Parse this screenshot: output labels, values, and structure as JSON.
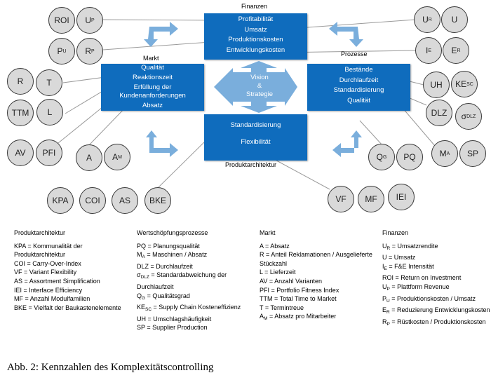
{
  "diagram": {
    "center": {
      "lines": [
        "Vision",
        "&",
        "Strategie"
      ]
    },
    "boxes": {
      "finanzen": {
        "label": "Finanzen",
        "lines": [
          "Profitabilität",
          "Umsatz",
          "Produktionskosten",
          "Entwicklungskosten"
        ]
      },
      "markt": {
        "label": "Markt",
        "lines": [
          "Qualität",
          "Reaktionszeit",
          "Erfüllung der",
          "Kundenanforderungen",
          "Absatz"
        ]
      },
      "prozesse": {
        "label": "Prozesse",
        "lines": [
          "Bestände",
          "Durchlaufzeit",
          "Standardisierung",
          "Qualität"
        ]
      },
      "produktarchitektur": {
        "label": "Produktarchitektur",
        "lines": [
          "Standardisierung",
          "Flexibilität"
        ]
      }
    },
    "circles": [
      {
        "id": "roi",
        "text": "ROI",
        "sub": ""
      },
      {
        "id": "up",
        "text": "U",
        "sub": "P"
      },
      {
        "id": "pu",
        "text": "P",
        "sub": "U"
      },
      {
        "id": "rp",
        "text": "R",
        "sub": "P"
      },
      {
        "id": "ur",
        "text": "U",
        "sub": "R"
      },
      {
        "id": "u",
        "text": "U",
        "sub": ""
      },
      {
        "id": "ie",
        "text": "I",
        "sub": "E"
      },
      {
        "id": "er",
        "text": "E",
        "sub": "R"
      },
      {
        "id": "r",
        "text": "R",
        "sub": ""
      },
      {
        "id": "t",
        "text": "T",
        "sub": ""
      },
      {
        "id": "ttm",
        "text": "TTM",
        "sub": ""
      },
      {
        "id": "l",
        "text": "L",
        "sub": ""
      },
      {
        "id": "av",
        "text": "AV",
        "sub": ""
      },
      {
        "id": "pfi",
        "text": "PFI",
        "sub": ""
      },
      {
        "id": "a",
        "text": "A",
        "sub": ""
      },
      {
        "id": "am",
        "text": "A",
        "sub": "M"
      },
      {
        "id": "uh",
        "text": "UH",
        "sub": ""
      },
      {
        "id": "kesc",
        "text": "KE",
        "sub": "SC"
      },
      {
        "id": "dlz",
        "text": "DLZ",
        "sub": ""
      },
      {
        "id": "sdlz",
        "text": "σ",
        "sub": "DLZ"
      },
      {
        "id": "qg",
        "text": "Q",
        "sub": "G"
      },
      {
        "id": "pq",
        "text": "PQ",
        "sub": ""
      },
      {
        "id": "ma",
        "text": "M",
        "sub": "A"
      },
      {
        "id": "sp",
        "text": "SP",
        "sub": ""
      },
      {
        "id": "kpa",
        "text": "KPA",
        "sub": ""
      },
      {
        "id": "coi",
        "text": "COI",
        "sub": ""
      },
      {
        "id": "as",
        "text": "AS",
        "sub": ""
      },
      {
        "id": "bke",
        "text": "BKE",
        "sub": ""
      },
      {
        "id": "vf",
        "text": "VF",
        "sub": ""
      },
      {
        "id": "mf",
        "text": "MF",
        "sub": ""
      },
      {
        "id": "iei",
        "text": "IEI",
        "sub": ""
      }
    ]
  },
  "legend": [
    {
      "heading": "Produktarchitektur",
      "entries": [
        {
          "abbr": "KPA",
          "sub": "",
          "def": "Kommunalität der Produktarchitektur"
        },
        {
          "abbr": "COI",
          "sub": "",
          "def": "Carry-Over-Index"
        },
        {
          "abbr": "VF",
          "sub": "",
          "def": "Variant Flexibility"
        },
        {
          "abbr": "AS",
          "sub": "",
          "def": "Assortment Simplification"
        },
        {
          "abbr": "IEI",
          "sub": "",
          "def": "Interface Efficiency"
        },
        {
          "abbr": "MF",
          "sub": "",
          "def": "Anzahl Modulfamilien"
        },
        {
          "abbr": "BKE",
          "sub": "",
          "def": "Vielfalt der Baukastenelemente"
        }
      ]
    },
    {
      "heading": "Wertschöpfungsprozesse",
      "entries": [
        {
          "abbr": "PQ",
          "sub": "",
          "def": "Planungsqualität"
        },
        {
          "abbr": "M",
          "sub": "A",
          "def": "Maschinen / Absatz"
        },
        {
          "abbr": "DLZ",
          "sub": "",
          "def": "Durchlaufzeit"
        },
        {
          "abbr": "σ",
          "sub": "DLZ",
          "def": "Standardabweichung der Durchlaufzeit"
        },
        {
          "abbr": "Q",
          "sub": "G",
          "def": "Qualitätsgrad"
        },
        {
          "abbr": "KE",
          "sub": "SC",
          "def": "Supply Chain Kosteneffizienz"
        },
        {
          "abbr": "UH",
          "sub": "",
          "def": "Umschlagshäufigkeit"
        },
        {
          "abbr": "SP",
          "sub": "",
          "def": "Supplier Production"
        }
      ]
    },
    {
      "heading": "Markt",
      "entries": [
        {
          "abbr": "A",
          "sub": "",
          "def": "Absatz"
        },
        {
          "abbr": "R",
          "sub": "",
          "def": "Anteil Reklamationen / Ausgelieferte Stückzahl"
        },
        {
          "abbr": "L",
          "sub": "",
          "def": "Lieferzeit"
        },
        {
          "abbr": "AV",
          "sub": "",
          "def": "Anzahl Varianten"
        },
        {
          "abbr": "PFI",
          "sub": "",
          "def": "Portfolio Fitness Index"
        },
        {
          "abbr": "TTM",
          "sub": "",
          "def": "Total Time to Market"
        },
        {
          "abbr": "T",
          "sub": "",
          "def": "Termintreue"
        },
        {
          "abbr": "A",
          "sub": "M",
          "def": "Absatz pro Mitarbeiter"
        }
      ]
    },
    {
      "heading": "Finanzen",
      "entries": [
        {
          "abbr": "U",
          "sub": "R",
          "def": "Umsatzrendite"
        },
        {
          "abbr": "U",
          "sub": "",
          "def": "Umsatz"
        },
        {
          "abbr": "I",
          "sub": "E",
          "def": "F&E Intensität"
        },
        {
          "abbr": "ROI",
          "sub": "",
          "def": "Return on Investment"
        },
        {
          "abbr": "U",
          "sub": "P",
          "def": "Plattform Revenue"
        },
        {
          "abbr": "P",
          "sub": "U",
          "def": "Produktionskosten / Umsatz"
        },
        {
          "abbr": "E",
          "sub": "R",
          "def": "Reduzierung Entwicklungskosten"
        },
        {
          "abbr": "R",
          "sub": "P",
          "def": "Rüstkosten / Produktionskosten"
        }
      ]
    }
  ],
  "caption": "Abb. 2: Kennzahlen des Komplexitätscontrolling",
  "colors": {
    "box": "#0f6cbd",
    "arrow": "#7aaedc",
    "circle": "#d9d9d9",
    "line": "#9a9a9a"
  }
}
